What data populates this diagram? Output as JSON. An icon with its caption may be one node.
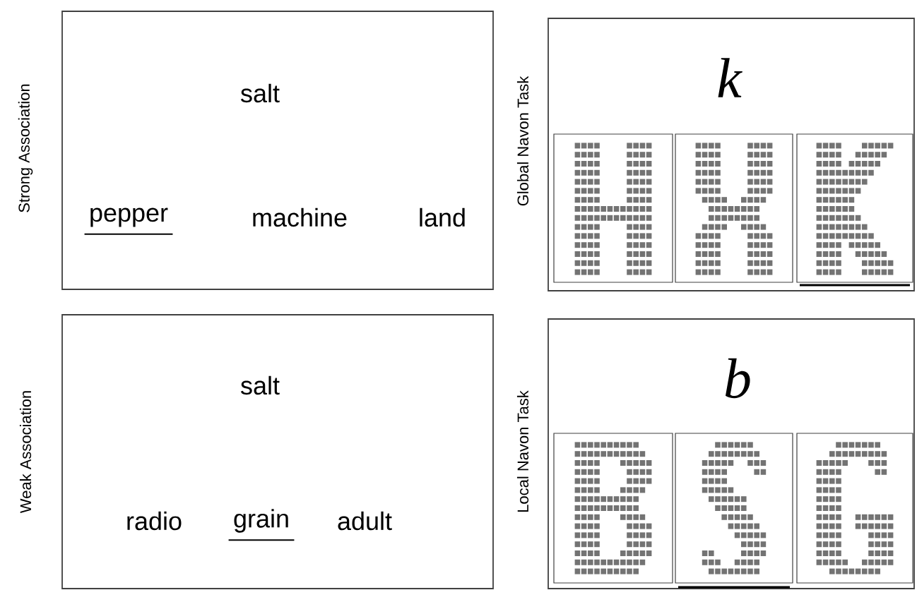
{
  "diagram": {
    "nodes": [
      {
        "text": [
          "Strong Association",
          "salt",
          "pepper",
          "machine",
          "land"
        ]
      },
      {
        "text": [
          "Global Navon Task",
          "k"
        ]
      },
      {
        "text": [],
        "shape": "picture",
        "in": 1
      },
      {
        "text": [],
        "shape": "picture",
        "in": 1
      },
      {
        "text": [],
        "shape": "picture",
        "in": 1
      },
      {
        "text": [
          "Weak Association",
          "salt",
          "radio",
          "grain",
          "adult"
        ]
      },
      {
        "text": [
          "Local Navon Task",
          "b"
        ]
      },
      {
        "text": [],
        "shape": "picture",
        "in": 6
      },
      {
        "text": [],
        "shape": "picture",
        "in": 6
      },
      {
        "text": [],
        "shape": "picture",
        "in": 6
      }
    ],
    "edges": []
  }
}
